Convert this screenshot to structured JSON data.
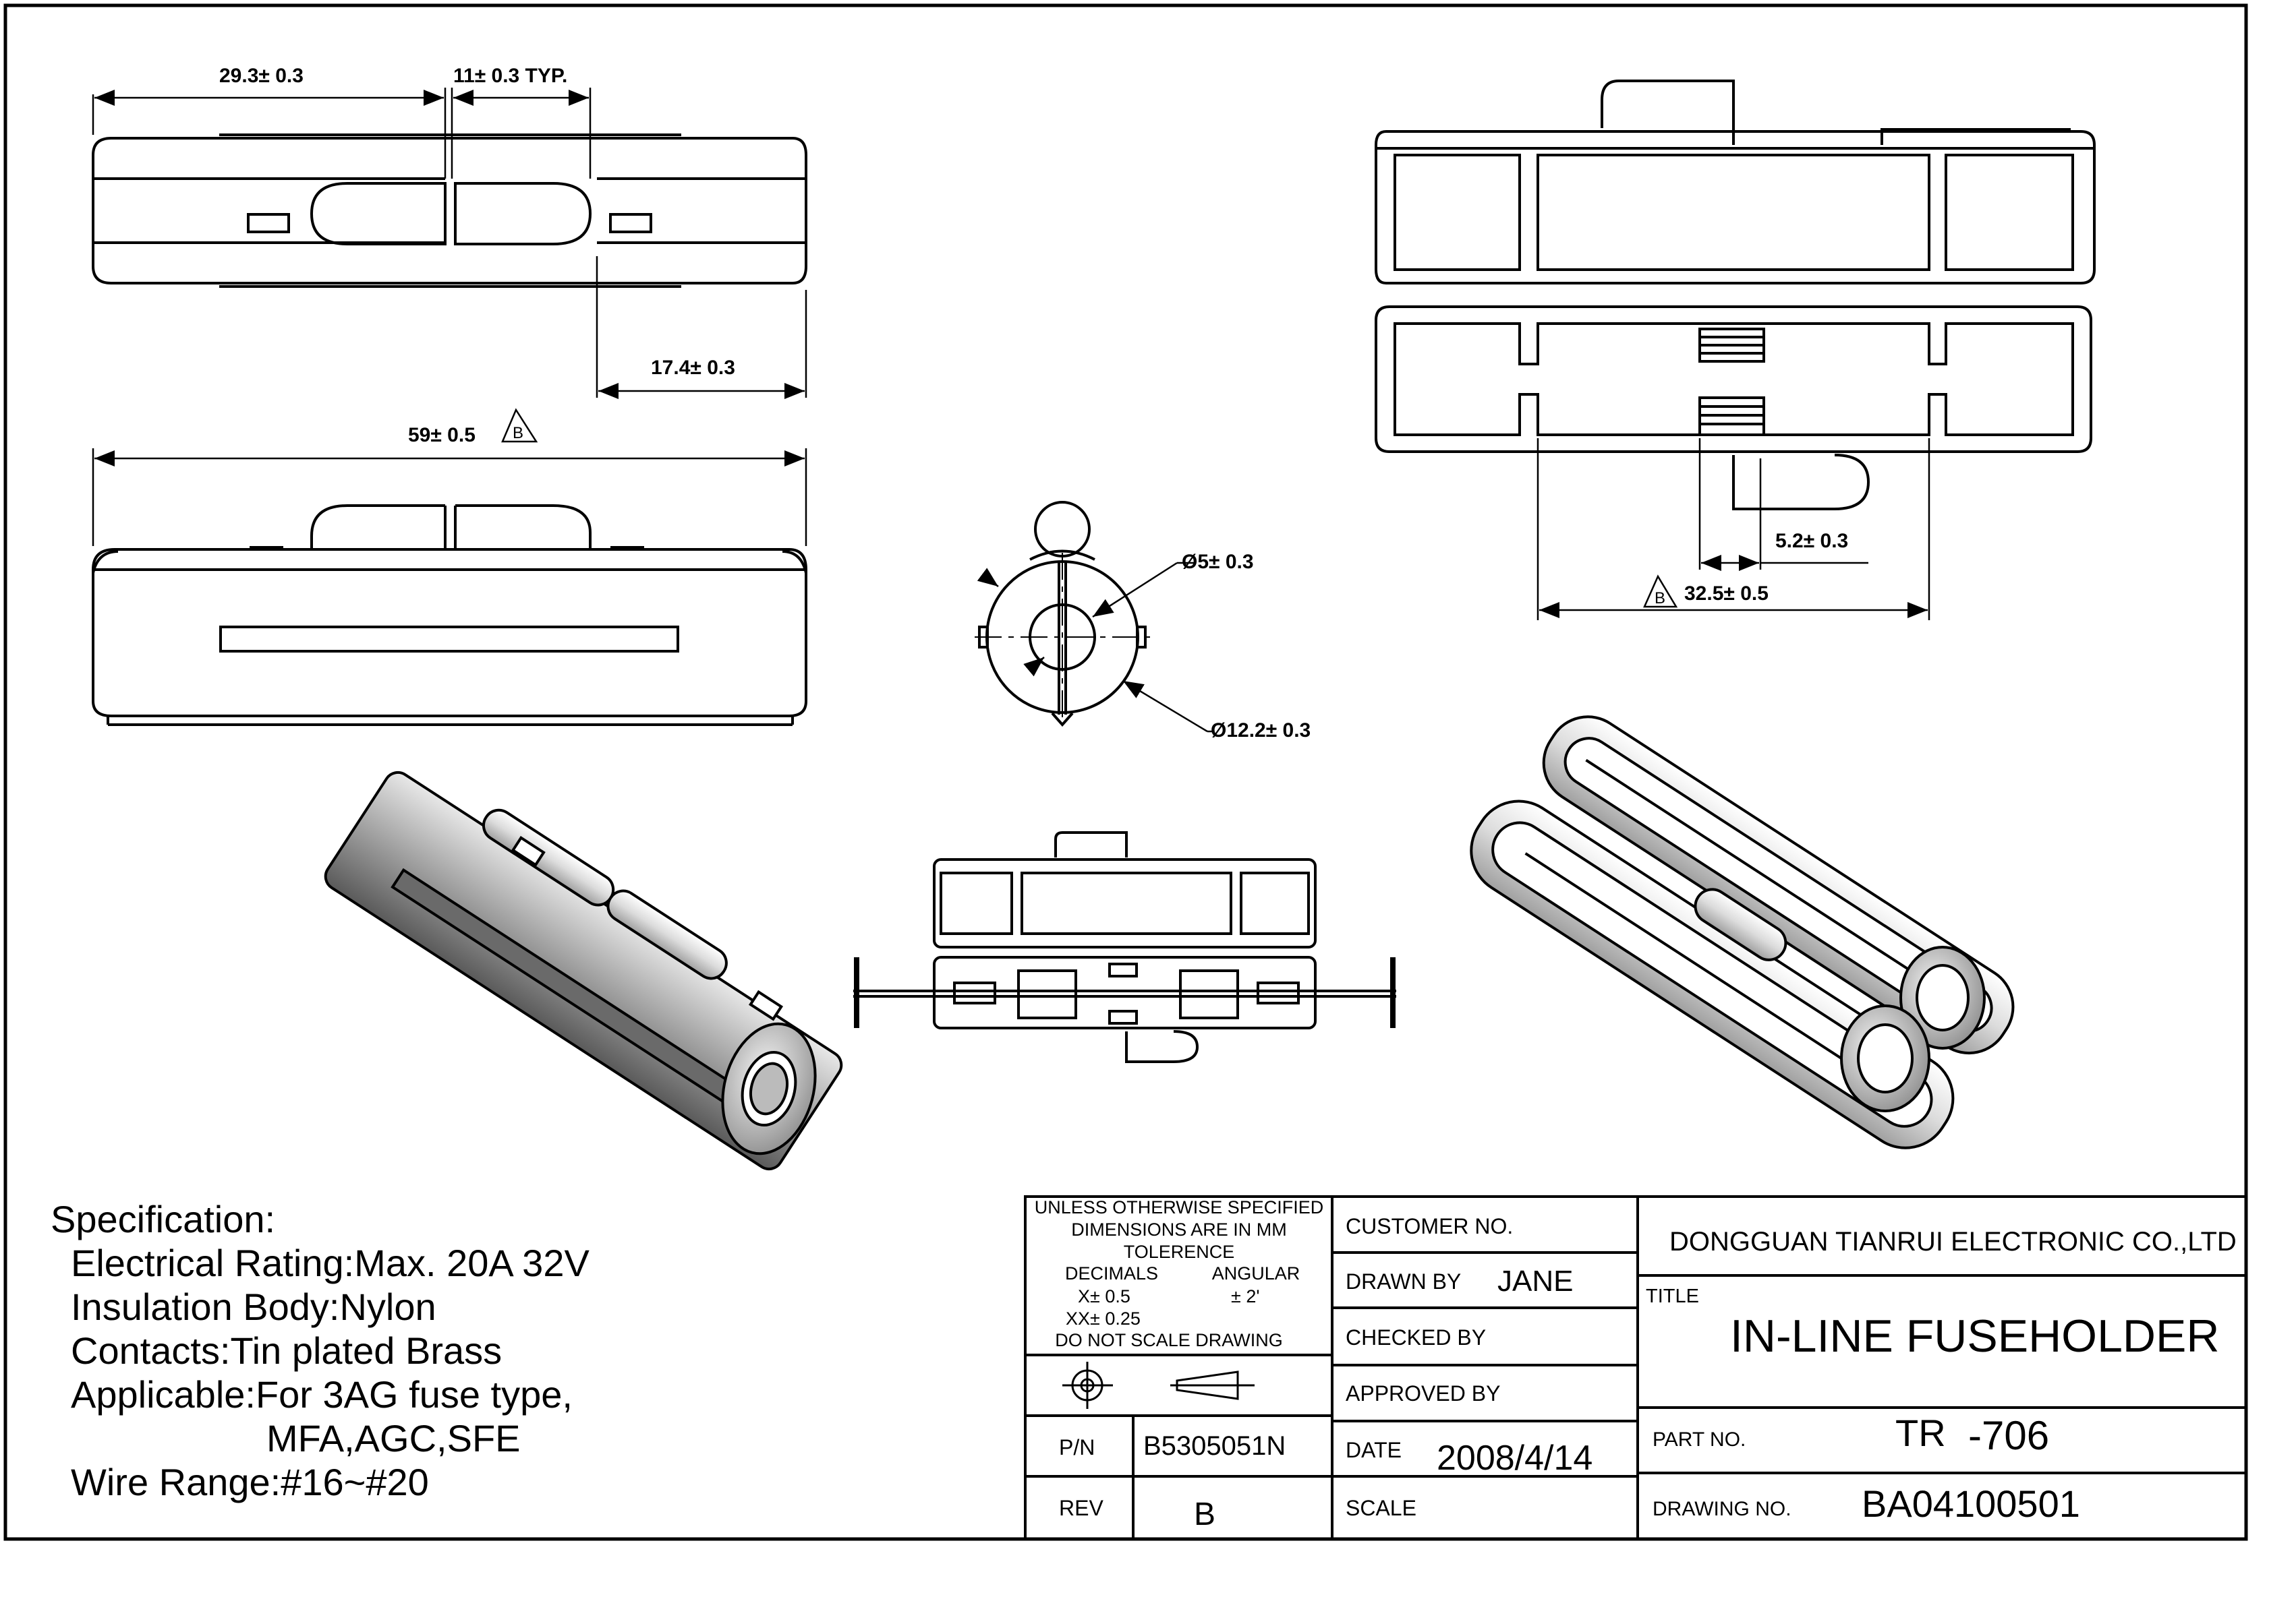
{
  "dimensions": {
    "top_left_a": "29.3± 0.3",
    "top_left_b": "11± 0.3 TYP.",
    "top_right_c": "17.4± 0.3",
    "overall_length": "59± 0.5",
    "rev_mark_overall": "B",
    "inner_dia": "Ø5± 0.3",
    "outer_dia": "Ø12.2± 0.3",
    "tab_width": "5.2± 0.3",
    "inner_length": "32.5± 0.5",
    "rev_mark_inner": "B"
  },
  "specification": {
    "heading": "Specification:",
    "lines": [
      "Electrical Rating:Max. 20A 32V",
      "Insulation Body:Nylon",
      "Contacts:Tin plated Brass",
      "Applicable:For 3AG fuse type,",
      "MFA,AGC,SFE",
      "Wire Range:#16~#20"
    ]
  },
  "title_block": {
    "notes": {
      "line1": "UNLESS OTHERWISE SPECIFIED",
      "line2": "DIMENSIONS ARE IN MM",
      "line3": "TOLERENCE",
      "decimals_label": "DECIMALS",
      "angular_label": "ANGULAR",
      "x_tol": "X±  0.5",
      "angular_tol": "±  2'",
      "xx_tol": "XX± 0.25",
      "no_scale": "DO NOT SCALE DRAWING"
    },
    "pn_label": "P/N",
    "pn_value": "B5305051N",
    "rev_label": "REV",
    "rev_value": "B",
    "customer_no_label": "CUSTOMER NO.",
    "drawn_by_label": "DRAWN BY",
    "drawn_by_value": "JANE",
    "checked_by_label": "CHECKED BY",
    "approved_by_label": "APPROVED BY",
    "date_label": "DATE",
    "date_value": "2008/4/14",
    "scale_label": "SCALE",
    "company": "DONGGUAN TIANRUI ELECTRONIC CO.,LTD",
    "title_label": "TITLE",
    "title_value": "IN-LINE FUSEHOLDER",
    "part_no_label": "PART NO.",
    "part_no_prefix": "TR",
    "part_no_value": "-706",
    "drawing_no_label": "DRAWING NO.",
    "drawing_no_value": "BA04100501"
  }
}
